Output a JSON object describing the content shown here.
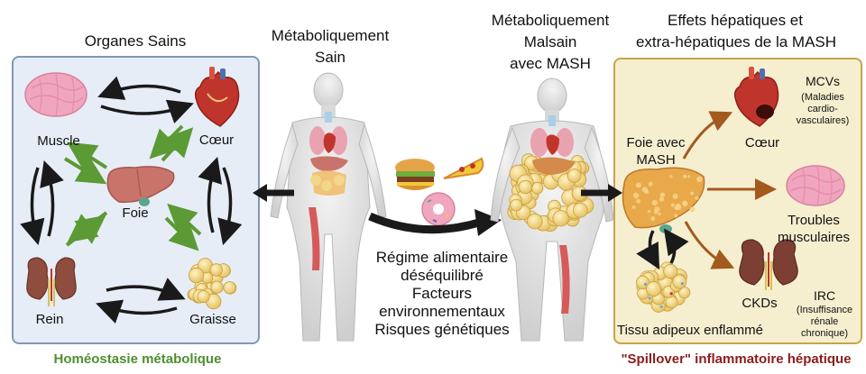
{
  "left_panel": {
    "title": "Organes Sains",
    "footer": "Homéostasie métabolique",
    "footer_color": "#4e8f2f",
    "organs": {
      "muscle": "Muscle",
      "coeur": "Cœur",
      "foie": "Foie",
      "rein": "Rein",
      "graisse": "Graisse"
    }
  },
  "healthy_body": {
    "title_line1": "Métaboliquement",
    "title_line2": "Sain"
  },
  "unhealthy_body": {
    "title_line1": "Métaboliquement",
    "title_line2": "Malsain",
    "title_line3": "avec MASH"
  },
  "factors": {
    "line1": "Régime alimentaire",
    "line2": "déséquilibré",
    "line3": "Facteurs",
    "line4": "environnementaux",
    "line5": "Risques génétiques"
  },
  "right_panel": {
    "title_line1": "Effets hépatiques et",
    "title_line2": "extra-hépatiques de la MASH",
    "footer": "\"Spillover\" inflammatoire hépatique",
    "footer_color": "#8b1c1c",
    "liver_label_line1": "Foie avec",
    "liver_label_line2": "MASH",
    "coeur": "Cœur",
    "mcv_title": "MCVs",
    "mcv_sub1": "(Maladies",
    "mcv_sub2": "cardio-",
    "mcv_sub3": "vasculaires)",
    "troubles_line1": "Troubles",
    "troubles_line2": "musculaires",
    "ckd": "CKDs",
    "irc_title": "IRC",
    "irc_sub1": "(Insuffisance",
    "irc_sub2": "rénale",
    "irc_sub3": "chronique)",
    "adipose": "Tissu adipeux enflammé"
  },
  "colors": {
    "green_arrow": "#5b9a34",
    "black_arrow": "#1a1a1a",
    "brown_arrow": "#a35a1e",
    "liver": "#c9746a",
    "heart": "#c0352b",
    "muscle": "#f0a6bf",
    "fat": "#f0d78a",
    "kidney": "#8e4d3e"
  }
}
